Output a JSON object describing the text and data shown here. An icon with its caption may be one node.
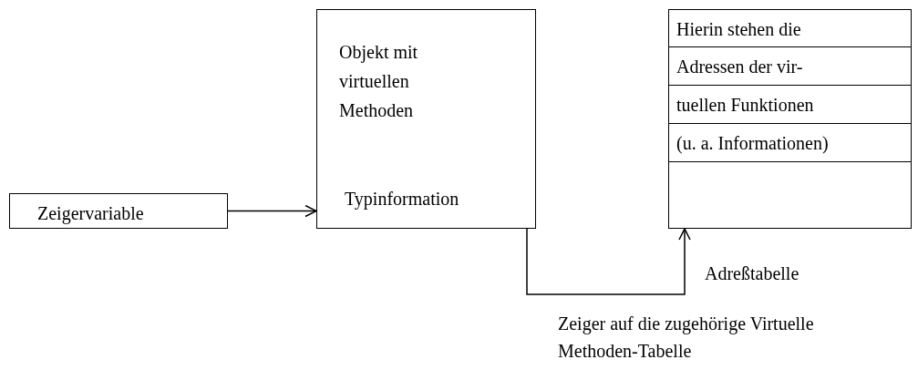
{
  "diagram": {
    "nodes": [
      {
        "text": [
          "Zeigervariable"
        ]
      },
      {
        "text": [
          "Objekt mit virtuellen Methoden",
          "Typinformation"
        ]
      },
      {
        "text": [],
        "shape": "box",
        "beside": [
          "Adreßtabelle"
        ]
      },
      {
        "text": [
          "Hierin stehen die"
        ],
        "in": 2
      },
      {
        "text": [
          "Adressen der vir-"
        ],
        "in": 2
      },
      {
        "text": [
          "tuellen Funktionen"
        ],
        "in": 2
      },
      {
        "text": [
          "(u. a. Informationen)"
        ],
        "in": 2
      },
      {
        "text": [],
        "shape": "box",
        "in": 2
      }
    ],
    "edges": [
      {
        "from": 0,
        "to": 1,
        "arrow": "to"
      },
      {
        "from": 1,
        "to": 2,
        "arrow": "to",
        "label": "Zeiger auf die zugehörige Virtuelle Methoden-Tabelle"
      }
    ]
  }
}
